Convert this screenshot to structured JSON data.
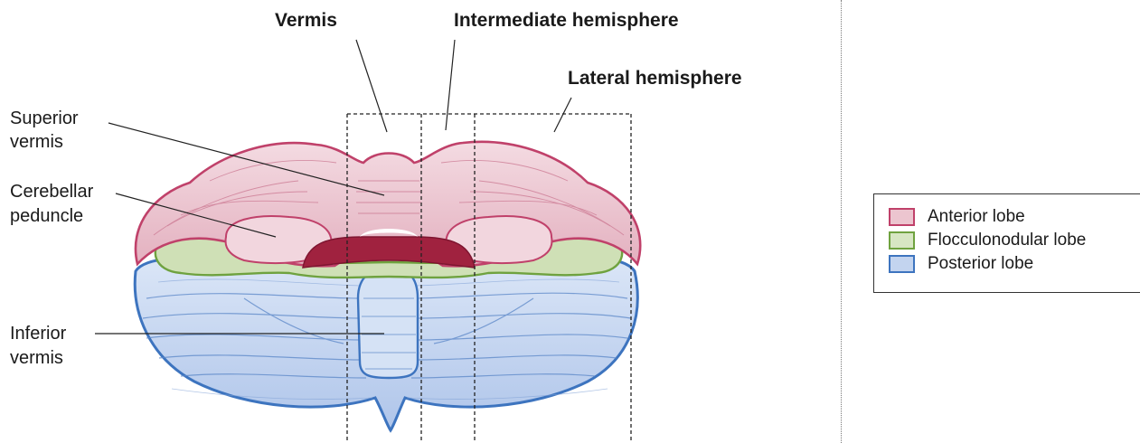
{
  "labels": {
    "vermis": "Vermis",
    "intermediate_hemisphere": "Intermediate hemisphere",
    "lateral_hemisphere": "Lateral hemisphere",
    "superior_vermis": [
      "Superior",
      "vermis"
    ],
    "cerebellar_peduncle": [
      "Cerebellar",
      "peduncle"
    ],
    "inferior_vermis": [
      "Inferior",
      "vermis"
    ]
  },
  "legend": [
    {
      "label": "Anterior lobe",
      "fill": "#ecc5cf",
      "border": "#c0416a"
    },
    {
      "label": "Flocculonodular lobe",
      "fill": "#d7e6c3",
      "border": "#6fa23f"
    },
    {
      "label": "Posterior lobe",
      "fill": "#c3d4ef",
      "border": "#3d74bf"
    }
  ],
  "colors": {
    "anterior_fill": "#ecc5cf",
    "anterior_stroke": "#c0416a",
    "anterior_dark": "#a0223f",
    "flocculonodular_fill": "#cfe0b6",
    "flocculonodular_stroke": "#6fa23f",
    "posterior_fill": "#c3d4ef",
    "posterior_stroke": "#3d74bf"
  }
}
